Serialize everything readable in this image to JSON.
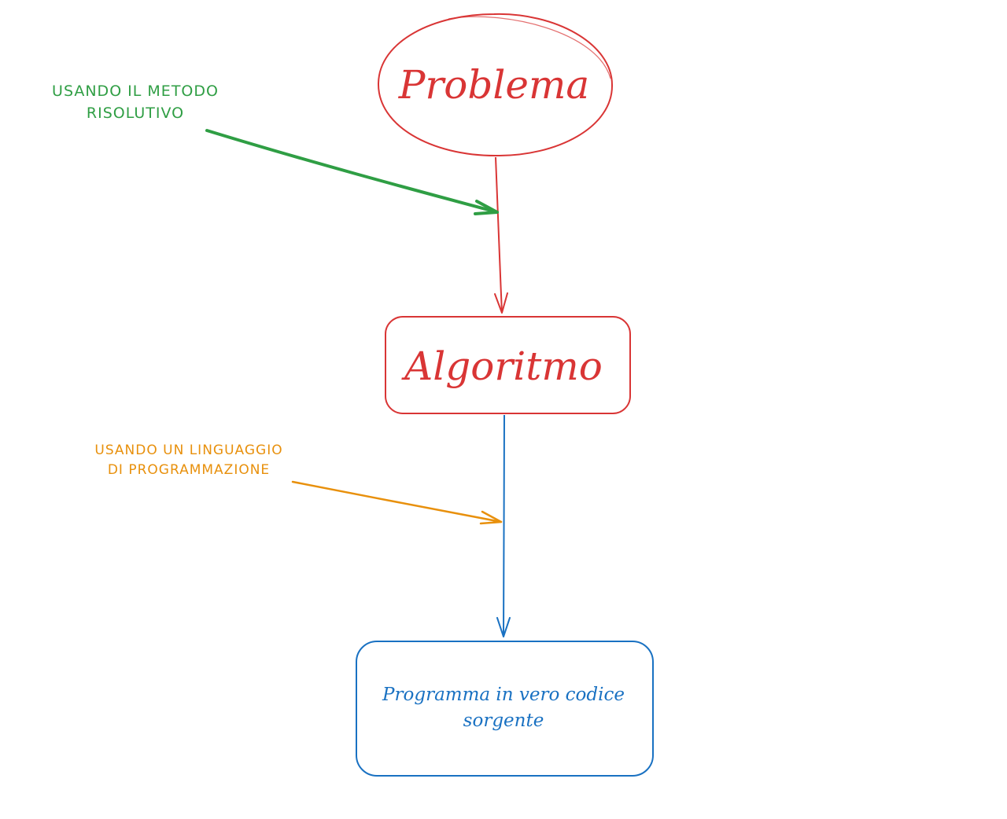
{
  "colors": {
    "problem": "#d93535",
    "method": "#2f9e44",
    "language": "#e8900c",
    "program": "#1971c2",
    "background": "#ffffff"
  },
  "nodes": {
    "problem": {
      "label": "Problema",
      "shape": "ellipse"
    },
    "algorithm": {
      "label": "Algoritmo",
      "shape": "rounded-rectangle"
    },
    "program": {
      "line1": "Programma in vero codice",
      "line2": "sorgente",
      "shape": "rounded-rectangle"
    }
  },
  "annotations": {
    "method": {
      "line1": "USANDO IL METODO",
      "line2": "RISOLUTIVO"
    },
    "language": {
      "line1": "USANDO UN LINGUAGGIO",
      "line2": "DI PROGRAMMAZIONE"
    }
  },
  "edges": [
    {
      "from": "problem",
      "to": "algorithm"
    },
    {
      "from": "algorithm",
      "to": "program"
    }
  ]
}
